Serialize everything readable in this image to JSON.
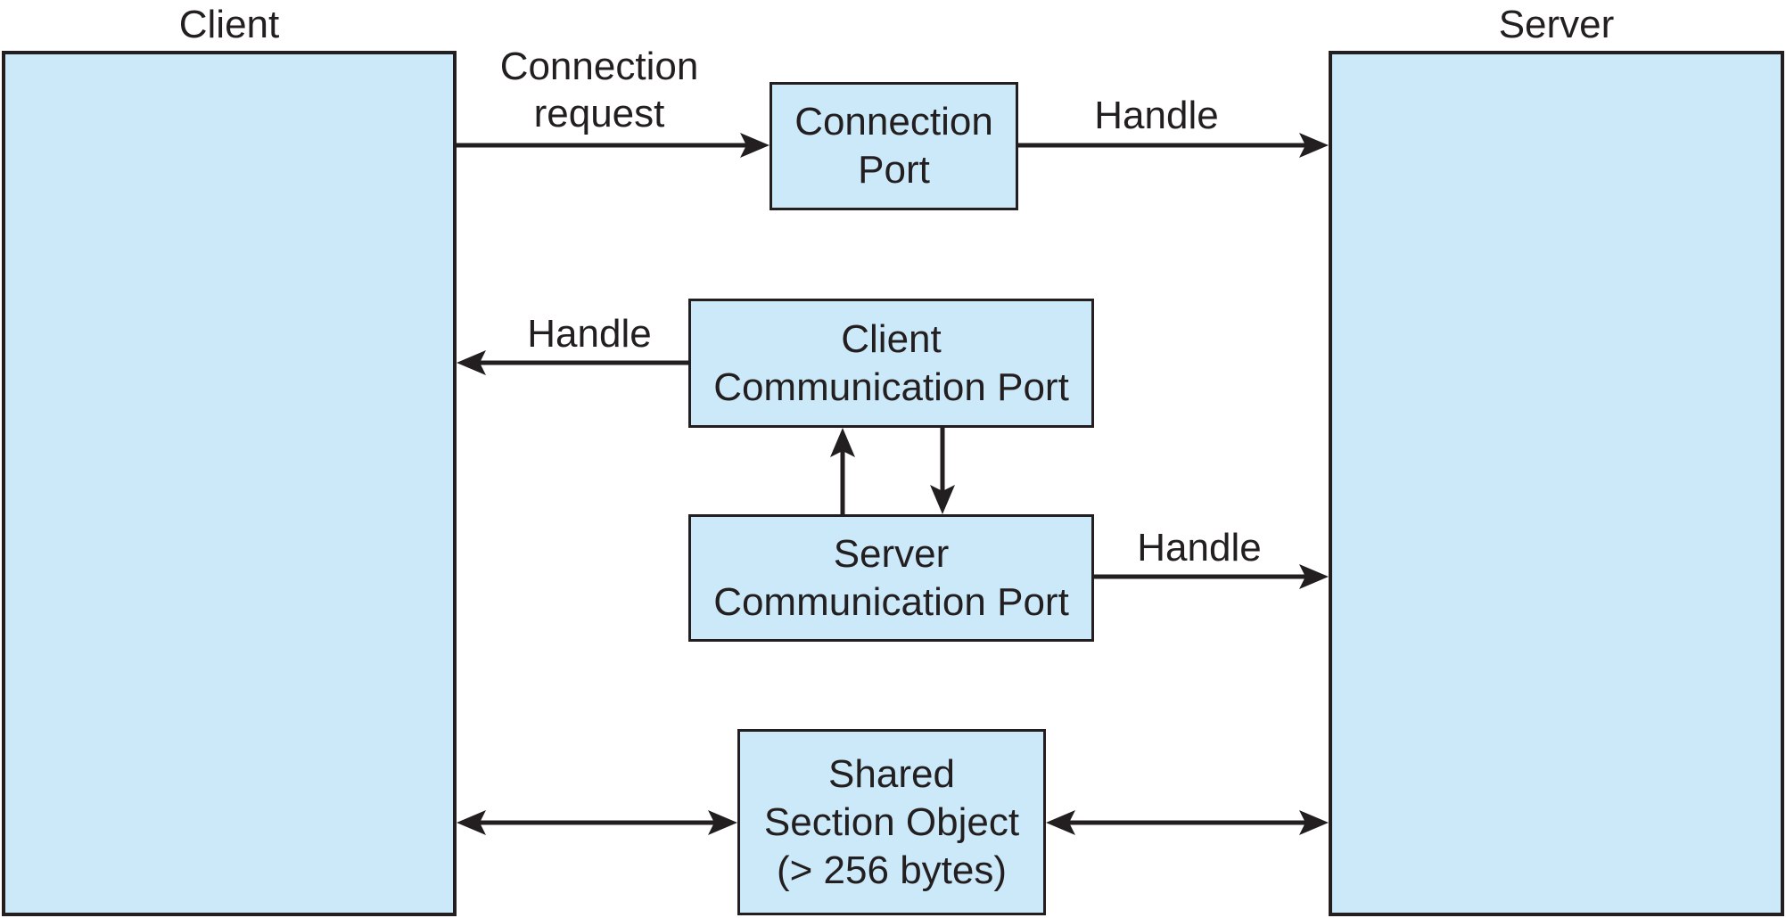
{
  "diagram": {
    "client_title": "Client",
    "server_title": "Server",
    "boxes": {
      "connection_port": {
        "line1": "Connection",
        "line2": "Port"
      },
      "client_comm_port": {
        "line1": "Client",
        "line2": "Communication Port"
      },
      "server_comm_port": {
        "line1": "Server",
        "line2": "Communication Port"
      },
      "shared_section": {
        "line1": "Shared",
        "line2": "Section Object",
        "line3": "(> 256 bytes)"
      }
    },
    "labels": {
      "connection_request_line1": "Connection",
      "connection_request_line2": "request",
      "handle_top": "Handle",
      "handle_left": "Handle",
      "handle_right": "Handle"
    },
    "connections": [
      {
        "from": "client",
        "to": "connection-port",
        "label": "Connection request",
        "direction": "right"
      },
      {
        "from": "connection-port",
        "to": "server",
        "label": "Handle",
        "direction": "right"
      },
      {
        "from": "client-communication-port",
        "to": "client",
        "label": "Handle",
        "direction": "left"
      },
      {
        "from": "server-communication-port",
        "to": "client-communication-port",
        "label": "",
        "direction": "up"
      },
      {
        "from": "client-communication-port",
        "to": "server-communication-port",
        "label": "",
        "direction": "down"
      },
      {
        "from": "server-communication-port",
        "to": "server",
        "label": "Handle",
        "direction": "right"
      },
      {
        "from": "client",
        "to": "shared-section-object",
        "label": "",
        "direction": "both"
      },
      {
        "from": "shared-section-object",
        "to": "server",
        "label": "",
        "direction": "both"
      }
    ],
    "colors": {
      "box_fill": "#cbe9f8",
      "line": "#231f20",
      "background": "#ffffff"
    }
  }
}
